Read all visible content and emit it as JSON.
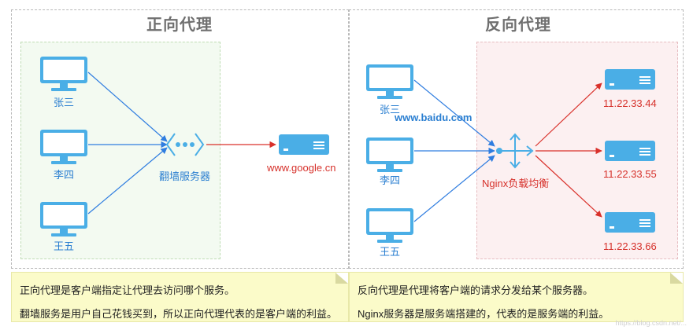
{
  "forward": {
    "title": "正向代理",
    "clients": [
      "张三",
      "李四",
      "王五"
    ],
    "proxy_label": "翻墙服务器",
    "target_label": "www.google.cn",
    "note_line1": "正向代理是客户端指定让代理去访问哪个服务。",
    "note_line2": "翻墙服务是用户自己花钱买到，所以正向代理代表的是客户端的利益。"
  },
  "reverse": {
    "title": "反向代理",
    "clients": [
      "张三",
      "李四",
      "王五"
    ],
    "domain_label": "www.baidu.com",
    "balancer_label": "Nginx负载均衡",
    "servers": [
      "11.22.33.44",
      "11.22.33.55",
      "11.22.33.66"
    ],
    "note_line1": "反向代理是代理将客户端的请求分发给某个服务器。",
    "note_line2": "Nginx服务器是服务端搭建的，代表的是服务端的利益。"
  },
  "watermark": "https://blog.csdn.net/...",
  "colors": {
    "monitor_blue": "#4aaee6",
    "arrow_blue": "#2f7de0",
    "arrow_red": "#d9312b",
    "label_blue": "#2b7fd1",
    "label_red": "#d6302a",
    "note_bg": "#fbfbc9",
    "forward_zone": "#f3faf1",
    "reverse_zone": "#fcf0f1"
  },
  "icons": {
    "client": "monitor-icon",
    "proxy": "proxy-node-icon",
    "server": "server-icon",
    "balancer": "load-balancer-icon"
  }
}
